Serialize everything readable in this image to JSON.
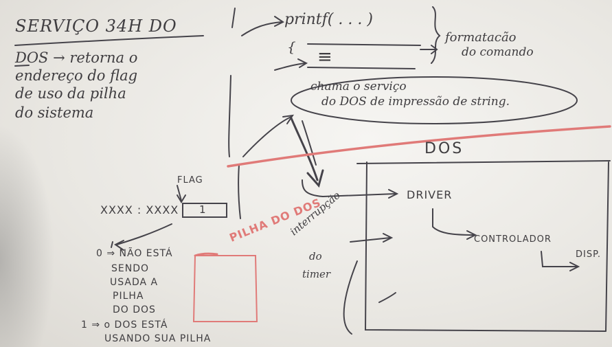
{
  "title": "SERVIÇO 34H DO",
  "intro": {
    "line1": "DOS → retorna o",
    "line2": "endereço do flag",
    "line3": "de uso da pilha",
    "line4": "do sistema"
  },
  "code": {
    "printf": "printf( . . . )",
    "brace_top": "{",
    "lines": "≡",
    "formatacao_1": "formatacão",
    "formatacao_2": "do comando",
    "chama_1": "chama o serviço",
    "chama_2": "do DOS de impressão de string."
  },
  "dos_box": {
    "label": "DOS",
    "driver": "DRIVER",
    "controlador": "CONTROLADOR",
    "disp": "DISP."
  },
  "interrupt": {
    "line1": "interrupção",
    "line2": "do",
    "line3": "timer"
  },
  "flag": {
    "label": "FLAG",
    "address": "XXXX : XXXX",
    "value": "1"
  },
  "pilha": {
    "line1": "PILHA DO DOS"
  },
  "state0": {
    "line1": "0 ⇒ NÃO ESTÁ",
    "line2": "SENDO",
    "line3": "USADA A",
    "line4": "PILHA",
    "line5": "DO DOS"
  },
  "state1": {
    "line1": "1 ⇒ o DOS ESTÁ",
    "line2": "USANDO SUA PILHA"
  },
  "colors": {
    "ink_black": "#3f3d40",
    "ink_red": "#e07a78",
    "board": "#f2f1ee"
  }
}
